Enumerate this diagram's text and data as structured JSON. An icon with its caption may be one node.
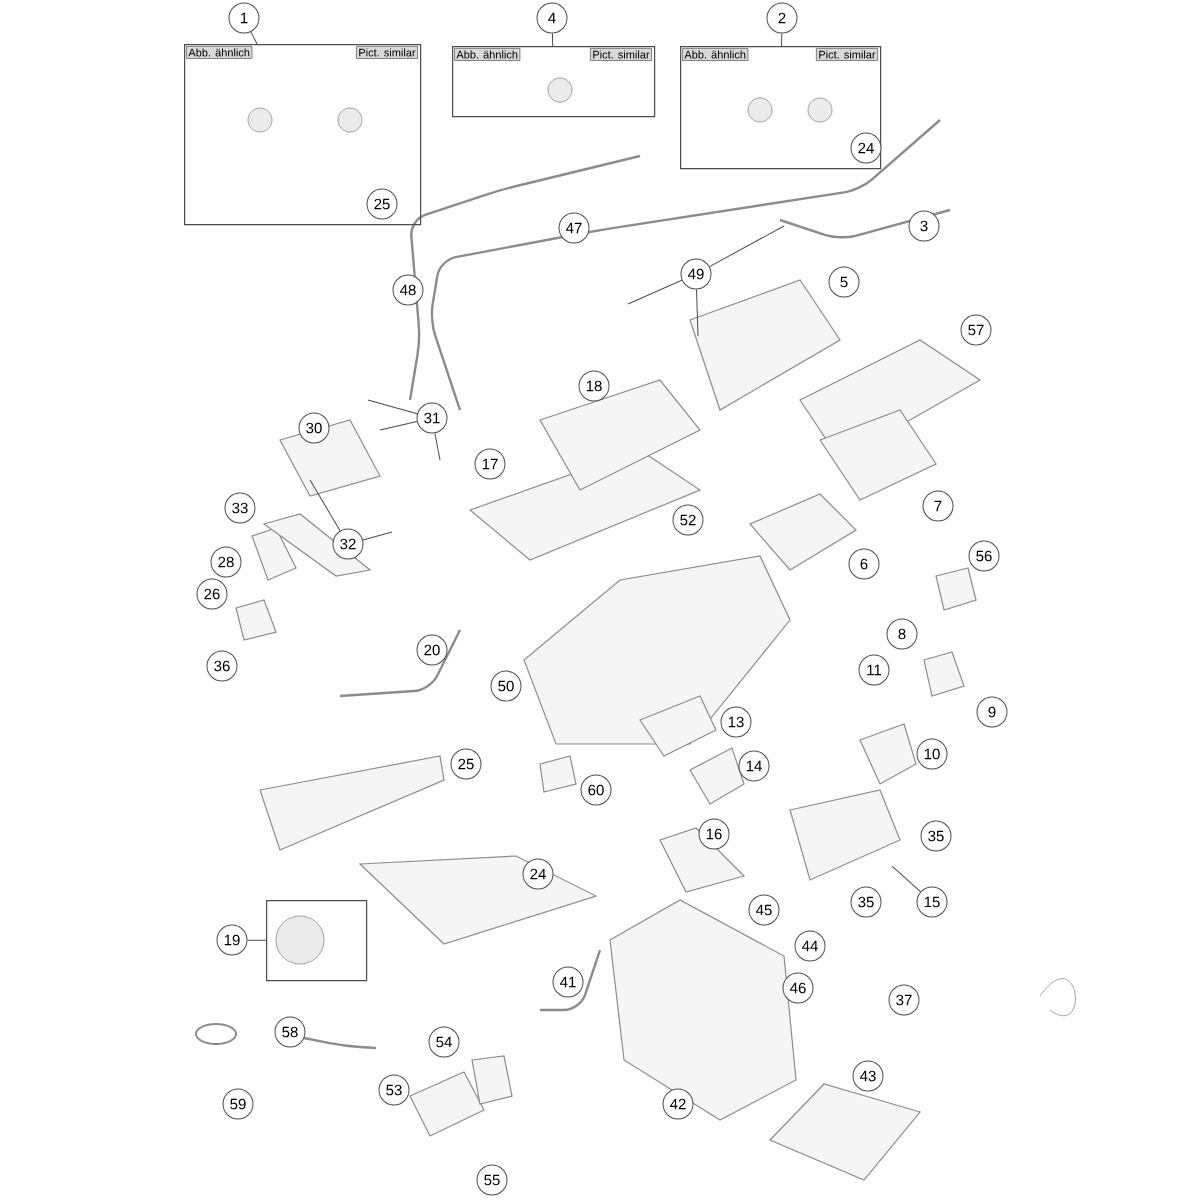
{
  "diagram": {
    "nodes": [
      {
        "text": [
          "1"
        ]
      },
      {
        "text": [
          "Abb. ähnlich",
          "Pict. similar"
        ]
      },
      {
        "text": [
          "25"
        ],
        "in": 1
      },
      {
        "text": [
          "4"
        ]
      },
      {
        "text": [
          "Abb. ähnlich",
          "Pict. similar"
        ]
      },
      {
        "text": [
          "2"
        ]
      },
      {
        "text": [
          "Abb. ähnlich",
          "Pict. similar"
        ]
      },
      {
        "text": [
          "24"
        ],
        "in": 6
      },
      {
        "text": [
          "49"
        ]
      },
      {
        "text": [
          "31"
        ]
      },
      {
        "text": [
          "32"
        ]
      },
      {
        "text": [
          "15"
        ]
      },
      {
        "text": [
          "19"
        ]
      },
      {
        "text": [],
        "shape": "box"
      },
      {
        "text": [
          "47"
        ]
      },
      {
        "text": [
          "3"
        ]
      },
      {
        "text": [
          "5"
        ]
      },
      {
        "text": [
          "48"
        ]
      },
      {
        "text": [
          "57"
        ]
      },
      {
        "text": [
          "18"
        ]
      },
      {
        "text": [
          "30"
        ]
      },
      {
        "text": [
          "17"
        ]
      },
      {
        "text": [
          "7"
        ]
      },
      {
        "text": [
          "33"
        ]
      },
      {
        "text": [
          "52"
        ]
      },
      {
        "text": [
          "56"
        ]
      },
      {
        "text": [
          "6"
        ]
      },
      {
        "text": [
          "28"
        ]
      },
      {
        "text": [
          "26"
        ]
      },
      {
        "text": [
          "8"
        ]
      },
      {
        "text": [
          "20"
        ]
      },
      {
        "text": [
          "36"
        ]
      },
      {
        "text": [
          "11"
        ]
      },
      {
        "text": [
          "50"
        ]
      },
      {
        "text": [
          "9"
        ]
      },
      {
        "text": [
          "13"
        ]
      },
      {
        "text": [
          "10"
        ]
      },
      {
        "text": [
          "25"
        ]
      },
      {
        "text": [
          "14"
        ]
      },
      {
        "text": [
          "60"
        ]
      },
      {
        "text": [
          "16"
        ]
      },
      {
        "text": [
          "35"
        ]
      },
      {
        "text": [
          "24"
        ]
      },
      {
        "text": [
          "35"
        ]
      },
      {
        "text": [
          "45"
        ]
      },
      {
        "text": [
          "44"
        ]
      },
      {
        "text": [
          "46"
        ]
      },
      {
        "text": [
          "41"
        ]
      },
      {
        "text": [
          "37"
        ]
      },
      {
        "text": [
          "58"
        ]
      },
      {
        "text": [
          "54"
        ]
      },
      {
        "text": [
          "43"
        ]
      },
      {
        "text": [
          "53"
        ]
      },
      {
        "text": [
          "42"
        ]
      },
      {
        "text": [
          "59"
        ]
      },
      {
        "text": [
          "55"
        ]
      }
    ],
    "edges": [
      {
        "from": 0,
        "to": 1,
        "arrow": "none"
      },
      {
        "from": 3,
        "to": 4,
        "arrow": "none"
      },
      {
        "from": 5,
        "to": 6,
        "arrow": "none"
      },
      {
        "from": 8,
        "to": null,
        "arrow": "none"
      },
      {
        "from": 8,
        "to": null,
        "arrow": "none"
      },
      {
        "from": 8,
        "to": null,
        "arrow": "none"
      },
      {
        "from": 9,
        "to": null,
        "arrow": "none"
      },
      {
        "from": 9,
        "to": null,
        "arrow": "none"
      },
      {
        "from": 9,
        "to": null,
        "arrow": "none"
      },
      {
        "from": 10,
        "to": null,
        "arrow": "none"
      },
      {
        "from": 10,
        "to": null,
        "arrow": "none"
      },
      {
        "from": 11,
        "to": null,
        "arrow": "none"
      },
      {
        "from": 12,
        "to": 13,
        "arrow": "none"
      }
    ]
  }
}
